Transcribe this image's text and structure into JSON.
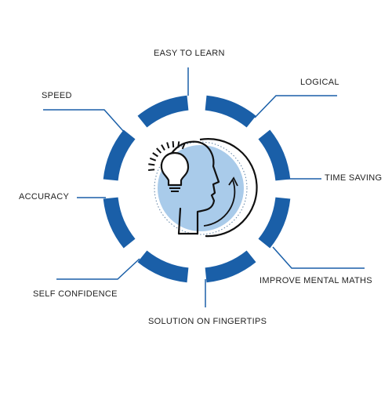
{
  "labels": {
    "easy": "EASY TO LEARN",
    "logical": "LOGICAL",
    "time": "TIME SAVING",
    "improve": "IMPROVE MENTAL MATHS",
    "solution": "SOLUTION ON FINGERTIPS",
    "confidence": "SELF CONFIDENCE",
    "accuracy": "ACCURACY",
    "speed": "SPEED"
  },
  "colors": {
    "ring": "#1a5fa8",
    "line": "#1a5fa8",
    "circle_fill": "#a9cbea",
    "icon": "#111111"
  },
  "icons": {
    "center": "head-with-lightbulb-icon"
  }
}
